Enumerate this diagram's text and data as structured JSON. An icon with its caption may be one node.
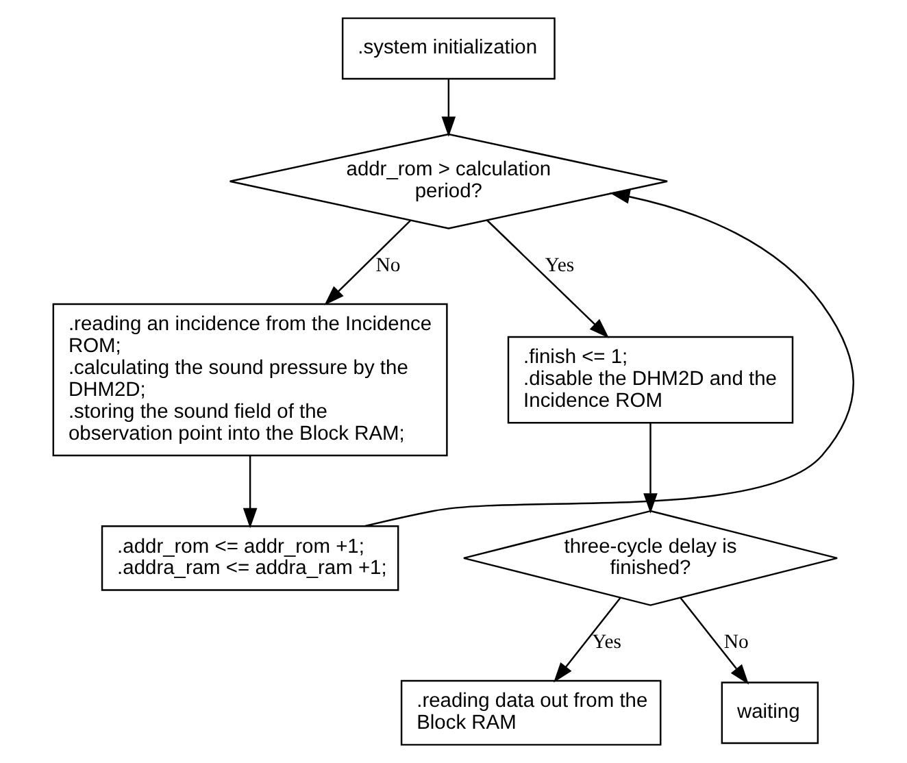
{
  "diagram": {
    "nodes": [
      {
        "text": [
          ".system initialization"
        ]
      },
      {
        "text": [
          "addr_rom > calculation period?"
        ]
      },
      {
        "text": [
          ".reading an incidence from the Incidence ROM;",
          ".calculating the sound pressure by the DHM2D;",
          ".storing the sound field of the observation point into the Block RAM;"
        ]
      },
      {
        "text": [
          ".addr_rom <= addr_rom +1;",
          ".addra_ram <= addra_ram +1;"
        ]
      },
      {
        "text": [
          ".finish <= 1;",
          ".disable the DHM2D and the Incidence ROM"
        ]
      },
      {
        "text": [
          "three-cycle delay is finished?"
        ]
      },
      {
        "text": [
          ".reading data out from the Block RAM"
        ]
      },
      {
        "text": [
          "waiting"
        ]
      }
    ],
    "edges": [
      {
        "from": 0,
        "to": 1,
        "arrow": "to"
      },
      {
        "from": 1,
        "to": 2,
        "arrow": "to",
        "label": "No"
      },
      {
        "from": 1,
        "to": 4,
        "arrow": "to",
        "label": "Yes"
      },
      {
        "from": 2,
        "to": 3,
        "arrow": "to"
      },
      {
        "from": 3,
        "to": 1,
        "arrow": "to"
      },
      {
        "from": 4,
        "to": 5,
        "arrow": "to"
      },
      {
        "from": 5,
        "to": 6,
        "arrow": "to",
        "label": "Yes"
      },
      {
        "from": 5,
        "to": 7,
        "arrow": "to",
        "label": "No"
      }
    ]
  }
}
